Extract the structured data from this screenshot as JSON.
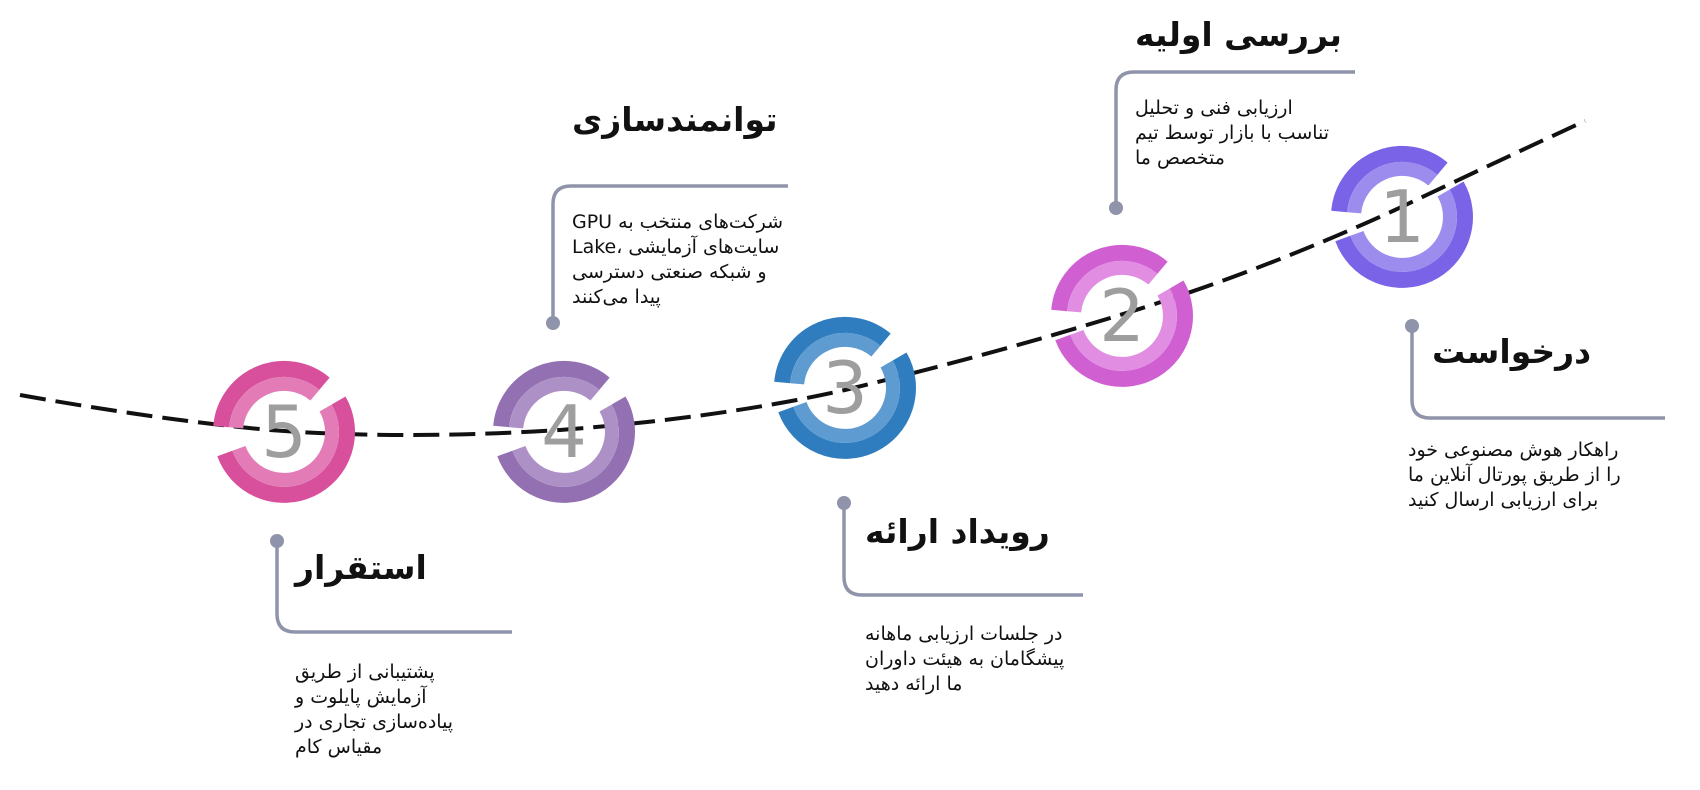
{
  "steps": [
    {
      "number": "1",
      "title": "درخواست",
      "lines": [
        "راهکار هوش مصنوعی خود",
        "را از طریق پورتال آنلاین ما",
        "برای ارزیابی ارسال کنید"
      ],
      "color_outer": "#7a63e6",
      "color_inner": "#9c8ced"
    },
    {
      "number": "2",
      "title": "بررسی اولیه",
      "lines": [
        "ارزیابی فنی و تحلیل",
        "تناسب با بازار توسط تیم",
        "متخصص ما"
      ],
      "color_outer": "#d05fd2",
      "color_inner": "#e08de2"
    },
    {
      "number": "3",
      "title": "رویداد ارائه",
      "lines": [
        "در جلسات ارزیابی ماهانه",
        "پیشگامان به هیئت داوران",
        "ما ارائه دهید"
      ],
      "color_outer": "#2f7dbf",
      "color_inner": "#5d9bd1"
    },
    {
      "number": "4",
      "title": "توانمندسازی",
      "lines": [
        "شرکت‌های منتخب به GPU",
        "سایت‌های آزمایشی ،Lake",
        "و شبکه صنعتی دسترسی",
        "پیدا می‌کنند"
      ],
      "color_outer": "#9370b2",
      "color_inner": "#ad91c6"
    },
    {
      "number": "5",
      "title": "استقرار",
      "lines": [
        "پشتیبانی از طریق",
        "آزمایش پایلوت و",
        "پیاده‌سازی تجاری در",
        "مقیاس کام"
      ],
      "color_outer": "#d84f9c",
      "color_inner": "#e27bb6"
    }
  ],
  "colors": {
    "connector": "#8f94aa",
    "number": "#9e9e9e",
    "path": "#111111"
  }
}
